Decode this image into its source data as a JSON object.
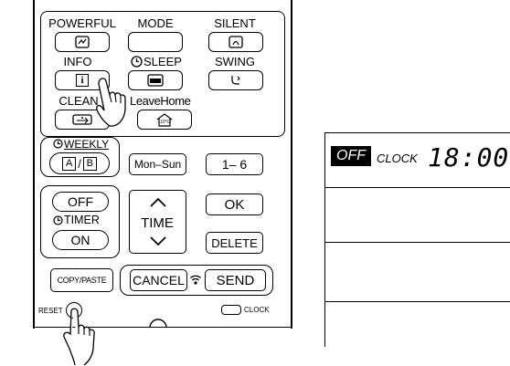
{
  "remote": {
    "row1": {
      "powerful": "POWERFUL",
      "mode": "MODE",
      "silent": "SILENT"
    },
    "row2": {
      "info": "INFO",
      "sleep": "SLEEP",
      "swing": "SWING"
    },
    "row3": {
      "clean": "CLEAN",
      "leave_home": "LeaveHome"
    },
    "info_icon_text": "i",
    "leave_home_icon_text": "10°C",
    "weekly": {
      "label": "WEEKLY",
      "a": "A",
      "slash": "/",
      "b": "B"
    },
    "mon_sun": "Mon–Sun",
    "one_six": "1– 6",
    "timer": {
      "off": "OFF",
      "label": "TIMER",
      "on": "ON"
    },
    "time_label": "TIME",
    "ok": "OK",
    "delete": "DELETE",
    "copy_paste": "COPY/PASTE",
    "cancel": "CANCEL",
    "send": "SEND",
    "reset": "RESET",
    "clock": "CLOCK"
  },
  "display": {
    "off_badge": "OFF",
    "clock_label": "CLOCK",
    "time": "18:00"
  },
  "colors": {
    "ink": "#000000",
    "background": "#ffffff"
  }
}
